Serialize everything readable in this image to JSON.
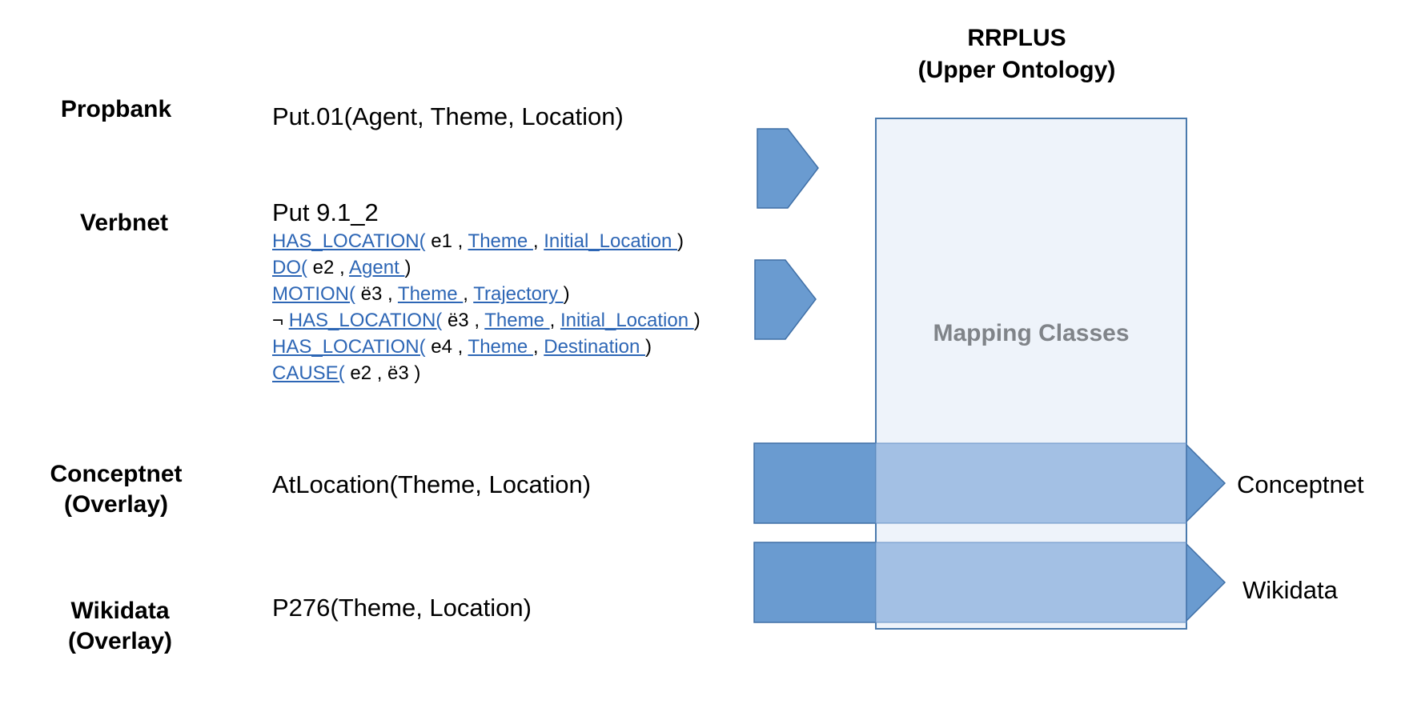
{
  "left_labels": {
    "propbank": "Propbank",
    "verbnet": "Verbnet",
    "conceptnet": [
      "Conceptnet",
      "(Overlay)"
    ],
    "wikidata": [
      "Wikidata",
      "(Overlay)"
    ]
  },
  "propbank_expr": "Put.01(Agent, Theme, Location)",
  "verbnet": {
    "title": "Put 9.1_2",
    "lines": [
      [
        {
          "t": "HAS_LOCATION(",
          "link": true
        },
        {
          "t": " e1 , ",
          "link": false
        },
        {
          "t": "Theme ",
          "link": true
        },
        {
          "t": ", ",
          "link": false
        },
        {
          "t": "Initial_Location ",
          "link": true
        },
        {
          "t": ")",
          "link": false
        }
      ],
      [
        {
          "t": "DO(",
          "link": true
        },
        {
          "t": " e2 , ",
          "link": false
        },
        {
          "t": "Agent ",
          "link": true
        },
        {
          "t": ")",
          "link": false
        }
      ],
      [
        {
          "t": "MOTION(",
          "link": true
        },
        {
          "t": " ë3 , ",
          "link": false
        },
        {
          "t": "Theme ",
          "link": true
        },
        {
          "t": ", ",
          "link": false
        },
        {
          "t": "Trajectory ",
          "link": true
        },
        {
          "t": ")",
          "link": false
        }
      ],
      [
        {
          "t": "¬ ",
          "link": false
        },
        {
          "t": "HAS_LOCATION(",
          "link": true
        },
        {
          "t": " ë3 , ",
          "link": false
        },
        {
          "t": "Theme ",
          "link": true
        },
        {
          "t": ", ",
          "link": false
        },
        {
          "t": "Initial_Location ",
          "link": true
        },
        {
          "t": ")",
          "link": false
        }
      ],
      [
        {
          "t": "HAS_LOCATION(",
          "link": true
        },
        {
          "t": " e4 , ",
          "link": false
        },
        {
          "t": "Theme ",
          "link": true
        },
        {
          "t": ", ",
          "link": false
        },
        {
          "t": "Destination ",
          "link": true
        },
        {
          "t": ")",
          "link": false
        }
      ],
      [
        {
          "t": "CAUSE(",
          "link": true
        },
        {
          "t": " e2 , ë3 )",
          "link": false
        }
      ]
    ]
  },
  "conceptnet_expr": "AtLocation(Theme, Location)",
  "wikidata_expr": "P276(Theme, Location)",
  "rrplus_title": [
    "RRPLUS",
    "(Upper Ontology)"
  ],
  "mapping_label": "Mapping Classes",
  "output_labels": {
    "conceptnet": "Conceptnet",
    "wikidata": "Wikidata"
  },
  "colors": {
    "arrow": "#6a9bd0",
    "arrow_stroke": "#3f6fa6",
    "box_fill": "#eef3fa",
    "box_stroke": "#4a7aad",
    "band_fill": "#a3c0e4",
    "link": "#2d66b5",
    "mapping_text": "#808489"
  }
}
